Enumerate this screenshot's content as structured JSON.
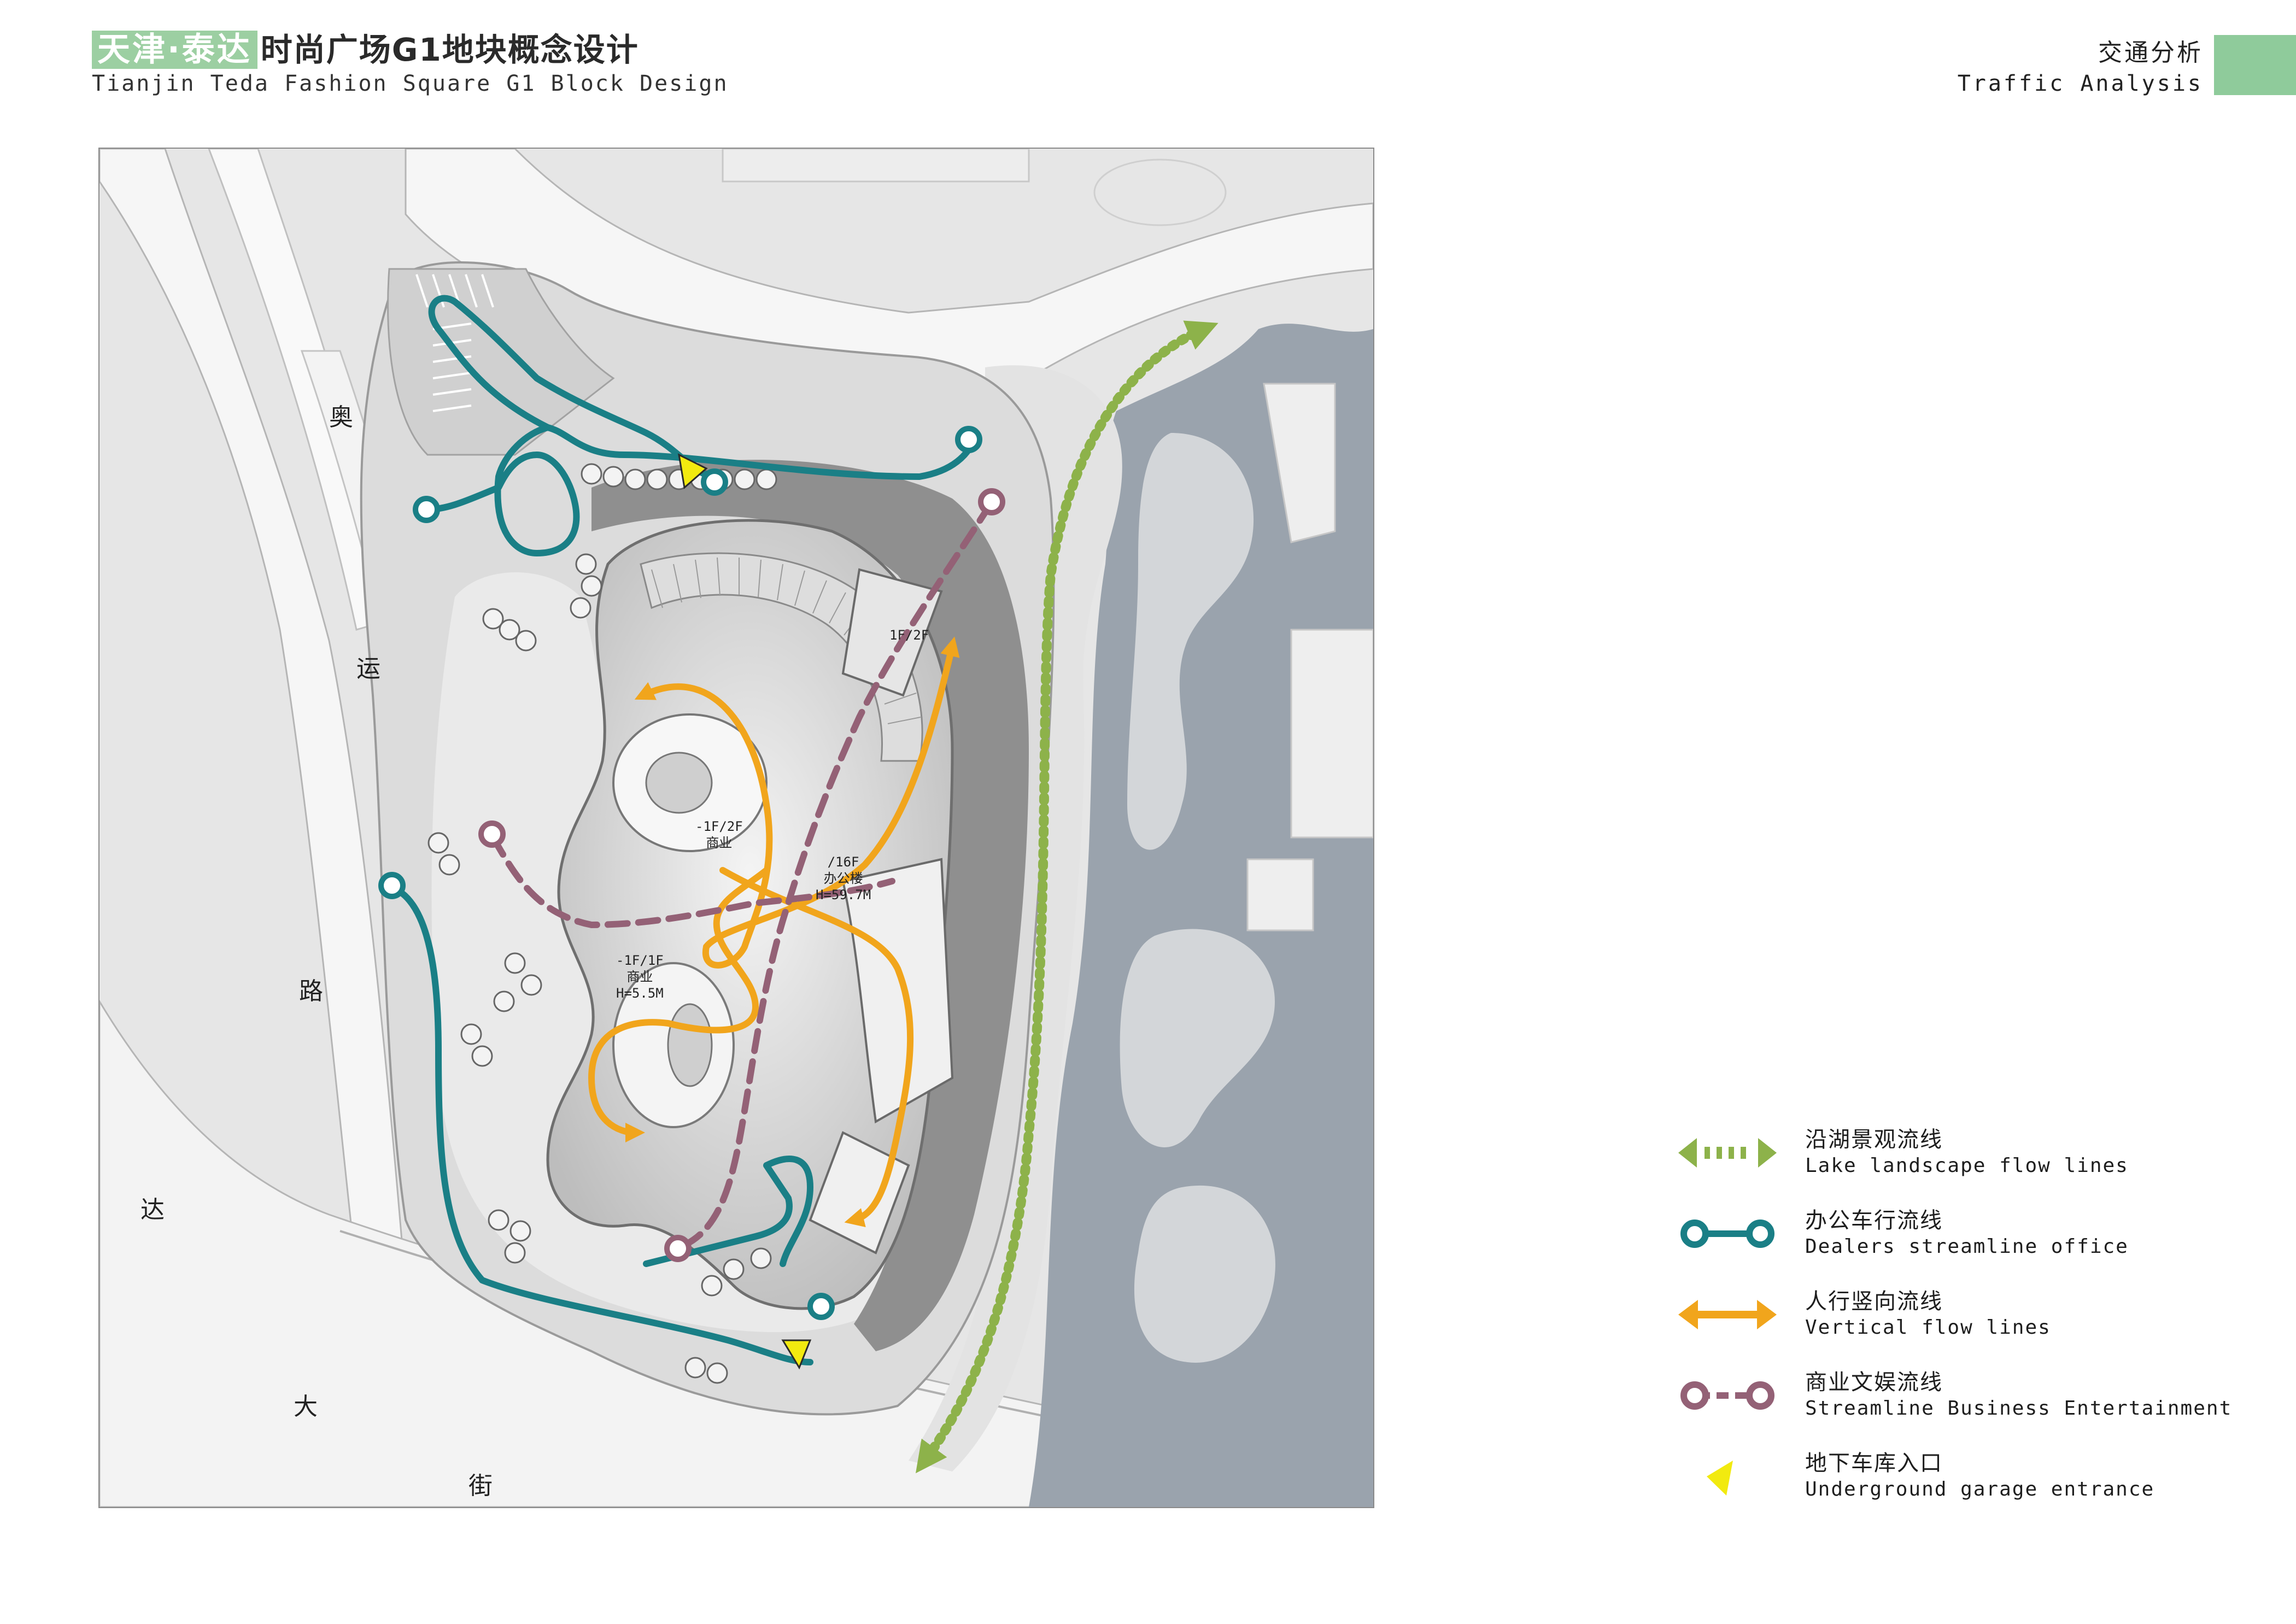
{
  "header": {
    "title_tag": "天津·泰达",
    "title_main": "时尚广场G1地块概念设计",
    "title_en": "Tianjin Teda Fashion Square G1 Block Design",
    "section_cn": "交通分析",
    "section_en": "Traffic Analysis",
    "accent_color": "#8fcb9b"
  },
  "map": {
    "road_labels": {
      "west_1": "奥",
      "west_2": "运",
      "west_3": "路",
      "south_1": "达",
      "south_2": "大",
      "south_3": "街"
    },
    "building_labels": {
      "north": "1F/2F",
      "center": "-1F/2F\n商业",
      "office": "/16F\n办公楼\nH=59.7M",
      "south": "-1F/1F\n商业\nH=5.5M"
    }
  },
  "legend": {
    "items": [
      {
        "cn": "沿湖景观流线",
        "en": "Lake landscape flow lines",
        "color": "#8db24a",
        "icon": "green-dotted-double-arrow-icon"
      },
      {
        "cn": "办公车行流线",
        "en": "Dealers streamline office",
        "color": "#1a7f86",
        "icon": "teal-ring-line-icon"
      },
      {
        "cn": "人行竖向流线",
        "en": "Vertical flow lines",
        "color": "#f1a51c",
        "icon": "orange-double-arrow-icon"
      },
      {
        "cn": "商业文娱流线",
        "en": "Streamline Business Entertainment",
        "color": "#946176",
        "icon": "mauve-dashed-ring-line-icon"
      },
      {
        "cn": "地下车库入口",
        "en": "Underground garage entrance",
        "color": "#f2ea0f",
        "icon": "yellow-triangle-icon"
      }
    ]
  }
}
